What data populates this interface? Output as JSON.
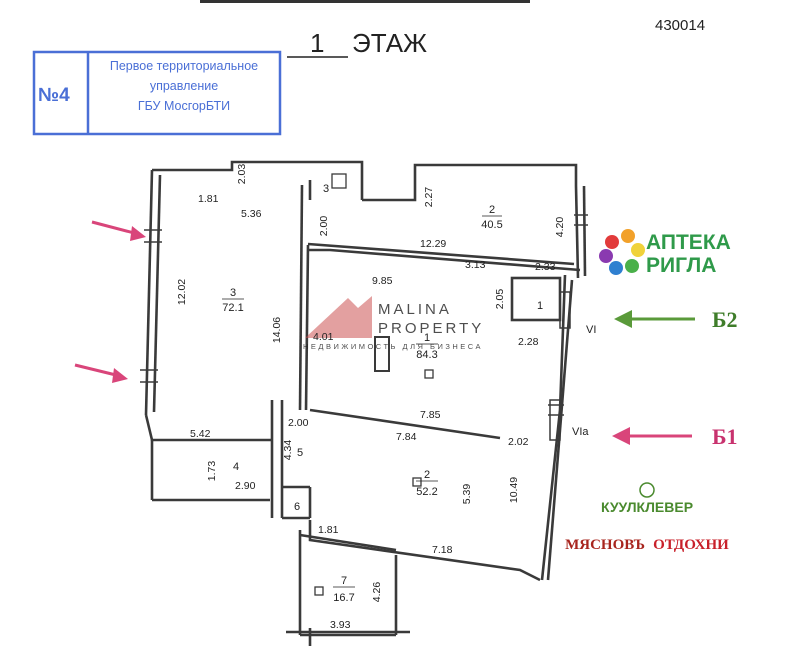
{
  "header": {
    "doc_number": "430014",
    "floor_num": "1",
    "floor_word": "ЭТАЖ"
  },
  "stamp": {
    "number": "№4",
    "line1": "Первое территориальное",
    "line2": "управление",
    "line3": "ГБУ МосгорБТИ"
  },
  "watermark": {
    "brand_line1": "MALINA",
    "brand_line2": "PROPERTY",
    "tagline": "НЕДВИЖИМОСТЬ ДЛЯ БИЗНЕСА"
  },
  "rooms": {
    "r3_a": "3",
    "r2_a": "2",
    "r2_a_area": "40.5",
    "r3_b": "3",
    "r3_b_area": "72.1",
    "r1": "1",
    "r_main": "1",
    "r_main_area": "84.3",
    "r5": "5",
    "r4": "4",
    "r6": "6",
    "r2_b": "2",
    "r2_b_area": "52.2",
    "r7": "7",
    "r7_area": "16.7"
  },
  "dimensions": {
    "d203": "2.03",
    "d181a": "1.81",
    "d536": "5.36",
    "d1202": "12.02",
    "d1406": "14.06",
    "d542": "5.42",
    "d173": "1.73",
    "d290": "2.90",
    "d200a": "2.00",
    "d227": "2.27",
    "d420": "4.20",
    "d1229": "12.29",
    "d985": "9.85",
    "d313": "3.13",
    "d233": "2.33",
    "d205": "2.05",
    "d401": "4.01",
    "d228": "2.28",
    "d785": "7.85",
    "d200b": "2.00",
    "d434": "4.34",
    "d784": "7.84",
    "d202": "2.02",
    "d1049": "10.49",
    "d539": "5.39",
    "d181b": "1.81",
    "d718": "7.18",
    "d426": "4.26",
    "d393": "3.93",
    "axis_vi": "VI",
    "axis_via": "VIa"
  },
  "entrances": {
    "b2": "Б2",
    "b1": "Б1"
  },
  "logos": {
    "apteka_line1": "АПТЕКА",
    "apteka_line2": "РИГЛА",
    "kuulklever": "КУУЛКЛЕВЕР",
    "myasnov": "МЯСНОВЪ",
    "otdokhni": "ОТДОХНИ"
  },
  "colors": {
    "wall": "#3a3a3a",
    "stamp": "#4a6fd6",
    "arrow_pink": "#d9457a",
    "arrow_green": "#5a9a3a",
    "b1_text": "#c8326e",
    "b2_text": "#3f7d2a",
    "watermark": "#c94a4a",
    "apteka_green": "#2f9a4a",
    "kuul_green": "#4a8a2e",
    "myasnov_red": "#a8251e",
    "otdokhni_red": "#c8202a"
  }
}
